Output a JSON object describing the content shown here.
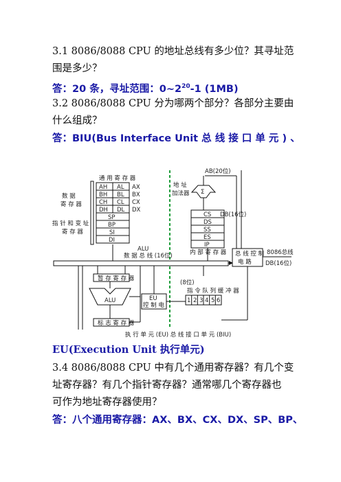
{
  "q31": {
    "line1": "3.1  8086/8088  CPU  的地址总线有多少位？其寻址范",
    "line2": "围是多少？"
  },
  "a31": {
    "label": "答：",
    "pre": "20 条，寻址范围：0~2",
    "sup": "20",
    "post": "-1       (1MB)"
  },
  "q32": {
    "line1": "3.2     8086/8088 CPU 分为哪两个部分？各部分主要由",
    "line2": "什么组成？"
  },
  "a32": {
    "label": "答：",
    "text": "BIU(Bus    Interface    Unit    总 线 接 口 单 元 ) 、"
  },
  "figure": {
    "gpr_title": "通 用 寄 存 器",
    "data_reg_label": [
      "数    据",
      "寄 存 器"
    ],
    "ptr_reg_label": [
      "指 针 和 变 址",
      "寄 存 器"
    ],
    "gpr_rows": [
      [
        "AH",
        "AL",
        "AX"
      ],
      [
        "BH",
        "BL",
        "BX"
      ],
      [
        "CH",
        "CL",
        "CX"
      ],
      [
        "DH",
        "DL",
        "DX"
      ]
    ],
    "ptr_regs": [
      "SP",
      "BP",
      "SI",
      "DI"
    ],
    "seg_regs": [
      "CS",
      "DS",
      "SS",
      "ES",
      "IP"
    ],
    "ab_label": "AB(20位)",
    "sum_label": "Σ",
    "addr_adder": [
      "地 址",
      "加法器"
    ],
    "db16_inner": "DB(16位)",
    "inner_reg_label": "内 部 寄 存 器",
    "alu_bus": [
      "ALU",
      "数 据 总 线 (16位)"
    ],
    "bus_ctrl": [
      "总 线 控 制",
      "电    路"
    ],
    "bus_8086": "8086总线",
    "db16_outer": "DB(16位)",
    "temp_reg": "暂 存 寄 存 器",
    "alu": "ALU",
    "flag_reg": "标 志 寄 存 器",
    "eu_ctrl": [
      "EU",
      "控 制 电"
    ],
    "queue_label": [
      "(8位)",
      "指 令 队 列 缓 冲 器"
    ],
    "queue_cells": [
      "1",
      "2",
      "3",
      "4",
      "5",
      "6"
    ],
    "bottom_label": "执 行 单 元 (EU)     总 线 接 口 单 元 (BIU)"
  },
  "a32b": {
    "text": "EU(Execution Unit 执行单元)"
  },
  "q34": {
    "line1": "3.4     8086/8088 CPU 中有几个通用寄存器？有几个变",
    "line2": "址寄存器？有几个指针寄存器？通常哪几个寄存器也",
    "line3": "可作为地址寄存器使用？"
  },
  "a34": {
    "label": "答：",
    "text": "八个通用寄存器：AX、BX、CX、DX、SP、BP、"
  },
  "colors": {
    "answer": "#1a1aa6",
    "divider": "#1f9d3a"
  }
}
